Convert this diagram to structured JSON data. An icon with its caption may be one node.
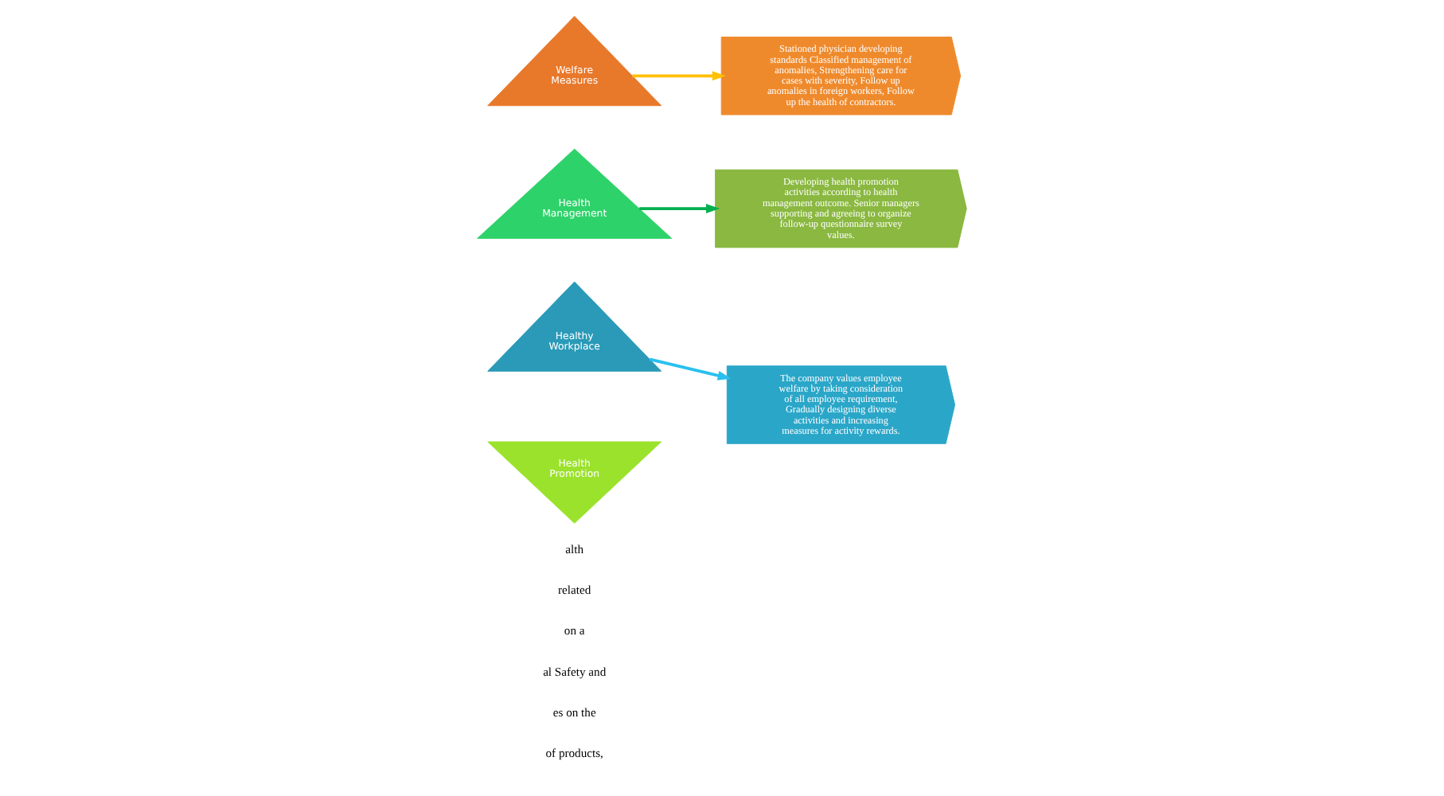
{
  "diagram": {
    "nodes": [
      {
        "text": [
          "Healthy Workplace"
        ]
      },
      {
        "text": [
          "Health Promotion"
        ]
      },
      {
        "text": [
          "Health Management"
        ]
      },
      {
        "text": [
          "Welfare Measures"
        ]
      },
      {
        "text": [
          "The company values employee welfare by taking consideration of all employee requirement, Gradually designing diverse activities and increasing measures for activity rewards."
        ]
      },
      {
        "text": [
          "Stationed physician developing standards Classified management of anomalies, Strengthening care for cases with severity, Follow up anomalies in foreign workers, Follow up the health of contractors."
        ]
      },
      {
        "text": [
          "Developing health promotion activities according to health management outcome. Senior managers supporting and agreeing to organize follow-up questionnaire survey values."
        ]
      }
    ],
    "edges": [
      {
        "from": 0,
        "to": 4,
        "arrow": "to",
        "color": "#29c0f0"
      },
      {
        "from": 3,
        "to": 5,
        "arrow": "to",
        "color": "#ffc000"
      },
      {
        "from": 2,
        "to": 6,
        "arrow": "to",
        "color": "#00b050"
      }
    ],
    "labels": [
      "of products,",
      "es on the",
      "al Safety and",
      "on a",
      "related",
      "alth"
    ]
  }
}
